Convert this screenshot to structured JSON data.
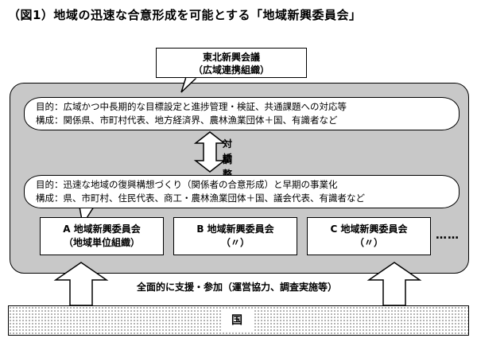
{
  "title": "（図1）地域の迅速な合意形成を可能とする「地域新興委員会」",
  "top_council": {
    "name": "東北新興会議",
    "sub": "（広域連携組織）"
  },
  "upper_bubble": {
    "purpose": "目的：広域かつ中長期的な目標設定と進捗管理・検証、共通課題への対応等",
    "members": "構成：関係県、市町村代表、地方経済界、農林漁業団体＋国、有識者など"
  },
  "dialogue": {
    "line1": "対話",
    "line2": "調整"
  },
  "lower_bubble": {
    "purpose": "目的：迅速な地域の復興構想づくり（関係者の合意形成）と早期の事業化",
    "members": "構成：県、市町村、住民代表、商工・農林漁業団体＋国、議会代表、有識者など"
  },
  "committees": [
    {
      "name": "A 地域新興委員会",
      "sub": "（地域単位組織）"
    },
    {
      "name": "B 地域新興委員会",
      "sub": "（〃）"
    },
    {
      "name": "C 地域新興委員会",
      "sub": "（〃）"
    }
  ],
  "ellipsis": "……",
  "support_label": "全面的に支援・参加（運営協力、調査実施等）",
  "national_label": "国",
  "colors": {
    "panel": "#c8c8c8",
    "box": "#ffffff",
    "stroke": "#000000"
  }
}
